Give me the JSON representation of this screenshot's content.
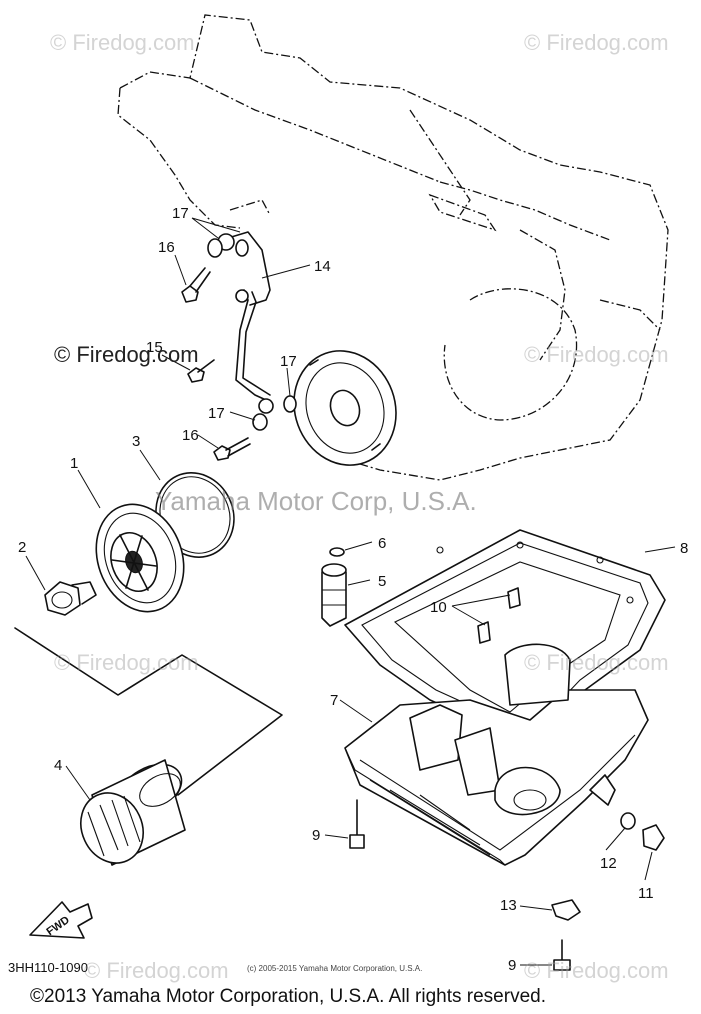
{
  "watermarks": {
    "top_left": "© Firedog.com",
    "top_right": "© Firedog.com",
    "mid_left": "© Firedog.com",
    "mid_right": "© Firedog.com",
    "low_left": "© Firedog.com",
    "low_right": "© Firedog.com",
    "bottom_left": "© Firedog.com",
    "bottom_right": "© Firedog.com",
    "center": "Yamaha Motor Corp, U.S.A."
  },
  "callouts": {
    "c1": "1",
    "c2": "2",
    "c3": "3",
    "c4": "4",
    "c5": "5",
    "c6": "6",
    "c7": "7",
    "c8": "8",
    "c9a": "9",
    "c9b": "9",
    "c10": "10",
    "c11": "11",
    "c12": "12",
    "c13": "13",
    "c14": "14",
    "c15": "15",
    "c16a": "16",
    "c16b": "16",
    "c17a": "17",
    "c17b": "17",
    "c17c": "17"
  },
  "fwd_label": "FWD",
  "diagram_code": "3HH110-1090",
  "small_copyright": "(c) 2005-2015 Yamaha Motor Corporation, U.S.A.",
  "footer": "©2013 Yamaha Motor Corporation, U.S.A. All rights reserved."
}
